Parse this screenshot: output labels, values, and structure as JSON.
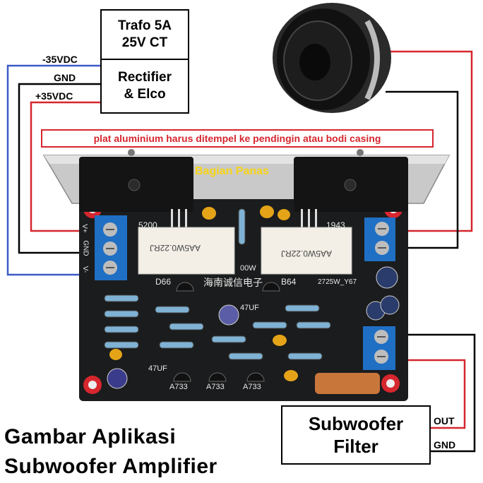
{
  "power_block": {
    "transformer": {
      "line1": "Trafo 5A",
      "line2": "25V CT"
    },
    "rectifier": {
      "line1": "Rectifier",
      "line2": "& Elco"
    },
    "rails": {
      "neg": "-35VDC",
      "gnd": "GND",
      "pos": "+35VDC"
    }
  },
  "heatsink_note": "plat aluminium harus ditempel ke pendingin atau bodi casing",
  "board": {
    "hot_zone_label": "Bagian Panas",
    "silkscreen": {
      "left_transistor": "5200",
      "right_transistor": "1943",
      "resistor_left": "AA5W0.22RJ",
      "resistor_right": "AA5W0.22RJ",
      "brand": "海南诚信电子",
      "d66": "D66",
      "b64": "B64",
      "model": "2725W_Y67",
      "power": "00W",
      "cap_mid": "47UF",
      "cap_left": "47UF",
      "t1": "A733",
      "t2": "A733",
      "t3": "A733",
      "pins_left": [
        "V+",
        "GND",
        "V-"
      ]
    }
  },
  "filter_block": {
    "line1": "Subwoofer",
    "line2": "Filter",
    "out": "OUT",
    "gnd": "GND"
  },
  "caption": {
    "line1": "Gambar Aplikasi",
    "line2": "Subwoofer Amplifier"
  },
  "colors": {
    "neg_wire": "#3a5bc7",
    "gnd_wire": "#000000",
    "pos_wire": "#d6262e",
    "pcb": "#1b1c1d",
    "note_border": "#d6262e"
  }
}
